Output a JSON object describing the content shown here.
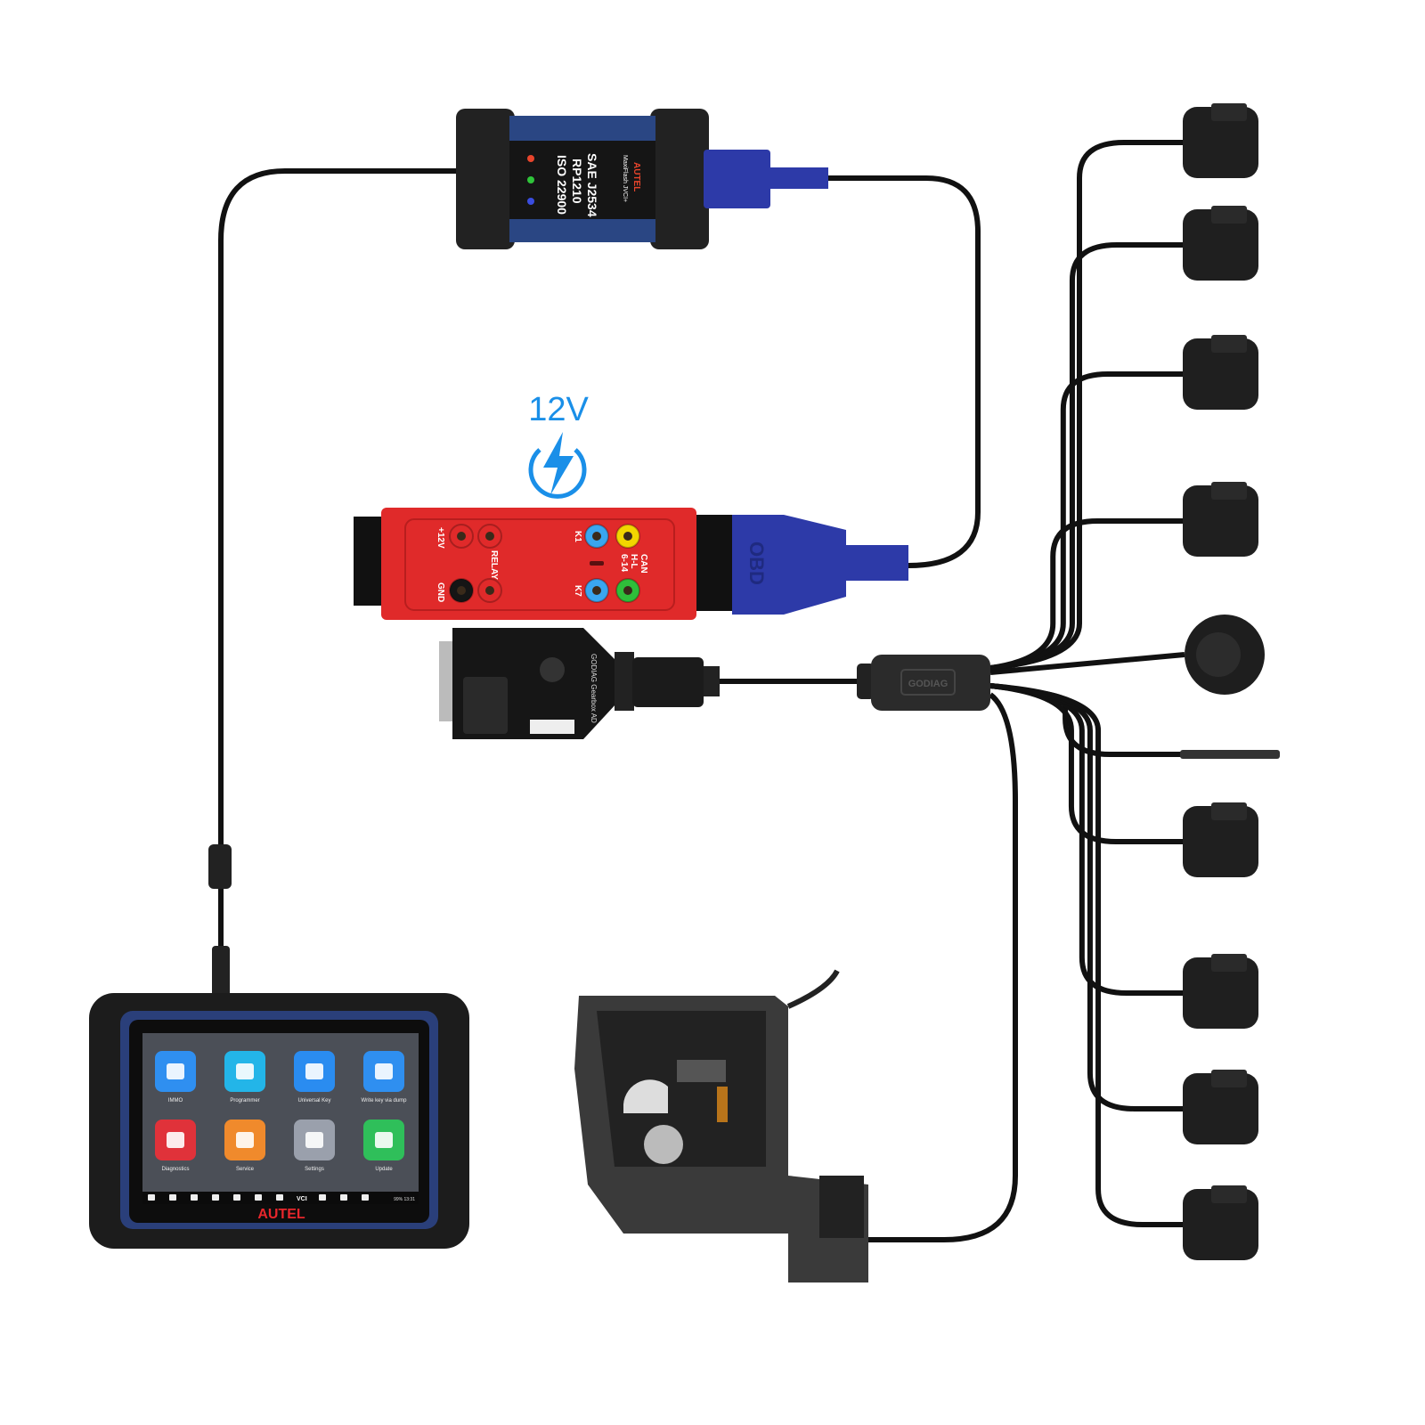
{
  "vci": {
    "brand": "AUTEL",
    "model": "MaxiFlash JVCI+",
    "standards": [
      "SAE J2534",
      "RP1210",
      "ISO 22900"
    ],
    "led_colors": [
      "#e8452c",
      "#2fc43a",
      "#3a4de0"
    ]
  },
  "power": {
    "label": "12V",
    "color": "#1a8fe8"
  },
  "programmer_box": {
    "ports": {
      "plus12v": "+12V",
      "relay": "RELAY",
      "gnd": "GND",
      "k1": "K1",
      "k7": "K7",
      "can": "CAN",
      "can_hl": "H-L",
      "can_pins": "6-14"
    },
    "obd_label": "OBD",
    "colors": {
      "body": "#e02a2a",
      "connector": "#2d3aa8"
    }
  },
  "gearbox_adapter": {
    "label": "GODIAG Gearbox AD"
  },
  "hub": {
    "label": "GODIAG"
  },
  "tablet": {
    "brand": "AUTEL",
    "apps": [
      {
        "label": "IMMO",
        "icon": "immo-icon",
        "color": "#2f8ff0"
      },
      {
        "label": "Programmer",
        "icon": "programmer-icon",
        "color": "#23b5e8"
      },
      {
        "label": "Universal Key",
        "icon": "universal-key-icon",
        "color": "#2a8cf0"
      },
      {
        "label": "Write key via dump",
        "icon": "write-key-icon",
        "color": "#2f8ff0"
      },
      {
        "label": "Diagnostics",
        "icon": "car-icon",
        "color": "#e0323a"
      },
      {
        "label": "Service",
        "icon": "service-icon",
        "color": "#f08a2c"
      },
      {
        "label": "Settings",
        "icon": "gear-icon",
        "color": "#9aa0ac"
      },
      {
        "label": "Update",
        "icon": "download-icon",
        "color": "#2fbf5a"
      }
    ],
    "navbar": [
      "back-icon",
      "home-icon",
      "garage-icon",
      "recent-icon",
      "browser-icon",
      "camera-icon",
      "screen-record-icon",
      "vci-icon",
      "diagnose-icon",
      "car-icon",
      "service-icon"
    ],
    "nav_vci_label": "VCI",
    "status": "99% 13:31"
  }
}
